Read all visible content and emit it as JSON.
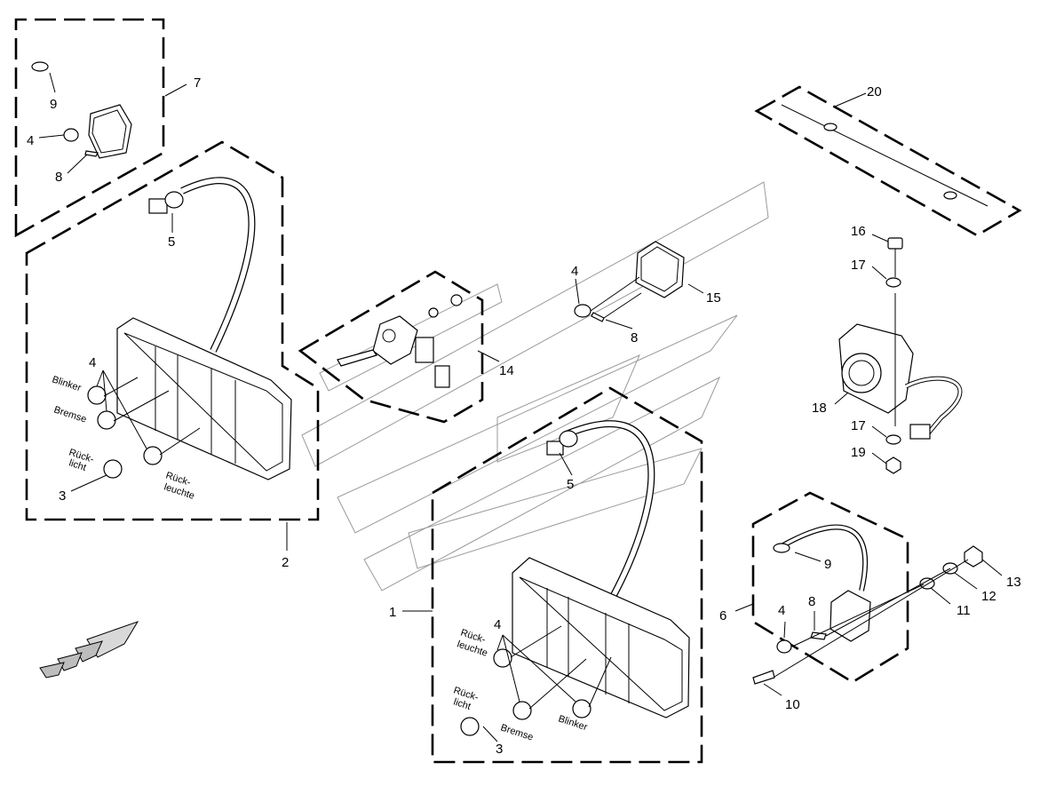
{
  "callouts": {
    "c1": "1",
    "c2": "2",
    "c3a": "3",
    "c3b": "3",
    "c4a": "4",
    "c4b": "4",
    "c4c": "4",
    "c4d": "4",
    "c4e": "4",
    "c5a": "5",
    "c5b": "5",
    "c6": "6",
    "c7": "7",
    "c8a": "8",
    "c8b": "8",
    "c8c": "8",
    "c9a": "9",
    "c9b": "9",
    "c10": "10",
    "c11": "11",
    "c12": "12",
    "c13": "13",
    "c14": "14",
    "c15": "15",
    "c16": "16",
    "c17a": "17",
    "c17b": "17",
    "c18": "18",
    "c19": "19",
    "c20": "20"
  },
  "labels": {
    "left_blinker": "Blinker",
    "left_bremse": "Bremse",
    "left_ruecklicht_1": "Rück-",
    "left_ruecklicht_2": "licht",
    "left_rueckleuchte_1": "Rück-",
    "left_rueckleuchte_2": "leuchte",
    "right_rueckleuchte_1": "Rück-",
    "right_rueckleuchte_2": "leuchte",
    "right_ruecklicht_1": "Rück-",
    "right_ruecklicht_2": "licht",
    "right_bremse": "Bremse",
    "right_blinker": "Blinker"
  }
}
